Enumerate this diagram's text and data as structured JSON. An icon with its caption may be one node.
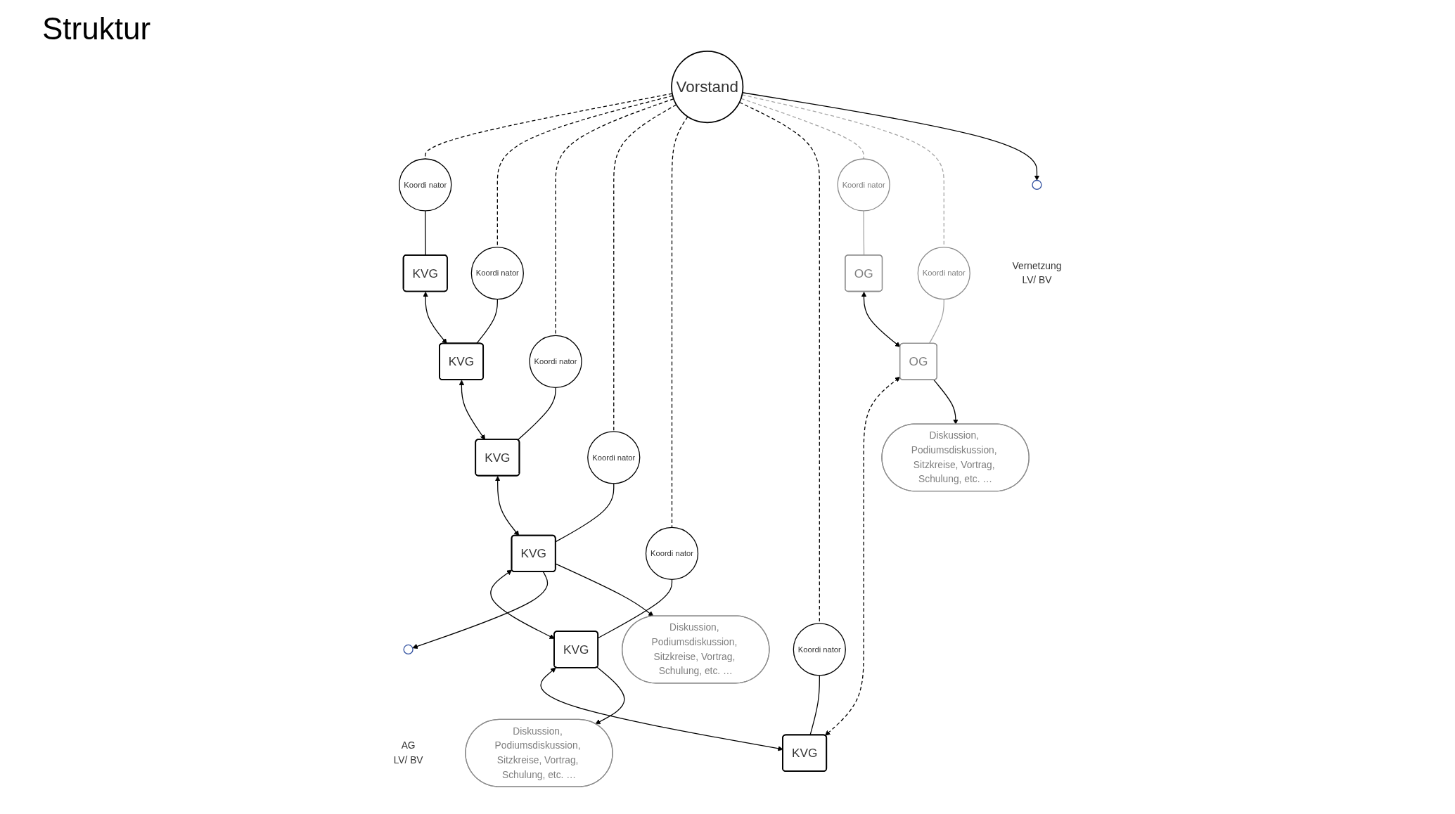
{
  "diagram": {
    "title": "Struktur",
    "nodes": [
      {
        "text": [
          "Vorstand"
        ]
      },
      {
        "text": [
          "KVG"
        ]
      },
      {
        "text": [
          "Koordi nator"
        ]
      },
      {
        "text": [
          "KVG"
        ]
      },
      {
        "text": [
          "Koordi nator"
        ]
      },
      {
        "text": [
          "KVG"
        ]
      },
      {
        "text": [
          "Koordi nator"
        ]
      },
      {
        "text": [
          "KVG"
        ]
      },
      {
        "text": [
          "Koordi nator"
        ]
      },
      {
        "text": [
          "KVG"
        ]
      },
      {
        "text": [
          "Koordi nator"
        ]
      },
      {
        "text": [
          "KVG"
        ]
      },
      {
        "text": [
          "Koordi nator"
        ]
      },
      {
        "text": [
          "OG"
        ]
      },
      {
        "text": [
          "Koordi nator"
        ]
      },
      {
        "text": [
          "OG"
        ]
      },
      {
        "text": [
          "Koordi nator"
        ]
      },
      {
        "text": [
          "Diskussion, Podiumsdiskussion, Sitzkreise, Vortrag, Schulung, etc. …"
        ]
      },
      {
        "text": [
          "Diskussion, Podiumsdiskussion, Sitzkreise, Vortrag, Schulung, etc. …"
        ]
      },
      {
        "text": [
          "Diskussion, Podiumsdiskussion, Sitzkreise, Vortrag, Schulung, etc. …"
        ]
      },
      {
        "text": [],
        "shape": "circle",
        "beside": [
          "Vernetzung",
          "LV/ BV"
        ]
      },
      {
        "text": [],
        "shape": "circle",
        "beside": [
          "AG",
          "LV/ BV"
        ]
      }
    ],
    "edges": [
      {
        "from": 0,
        "to": 2,
        "arrow": "none",
        "style": "dashed"
      },
      {
        "from": 2,
        "to": 1,
        "arrow": "none"
      },
      {
        "from": 0,
        "to": 4,
        "arrow": "none",
        "style": "dashed"
      },
      {
        "from": 4,
        "to": 3,
        "arrow": "none"
      },
      {
        "from": 0,
        "to": 6,
        "arrow": "none",
        "style": "dashed"
      },
      {
        "from": 6,
        "to": 5,
        "arrow": "none"
      },
      {
        "from": 0,
        "to": 8,
        "arrow": "none",
        "style": "dashed"
      },
      {
        "from": 8,
        "to": 7,
        "arrow": "none"
      },
      {
        "from": 0,
        "to": 10,
        "arrow": "none",
        "style": "dashed"
      },
      {
        "from": 10,
        "to": 9,
        "arrow": "none"
      },
      {
        "from": 0,
        "to": 12,
        "arrow": "none",
        "style": "dashed"
      },
      {
        "from": 12,
        "to": 11,
        "arrow": "none"
      },
      {
        "from": 0,
        "to": 14,
        "arrow": "none",
        "style": "dashed",
        "color": "#a6a6a6"
      },
      {
        "from": 14,
        "to": 13,
        "arrow": "none",
        "color": "#a6a6a6"
      },
      {
        "from": 0,
        "to": 16,
        "arrow": "none",
        "style": "dashed",
        "color": "#a6a6a6"
      },
      {
        "from": 16,
        "to": 15,
        "arrow": "none",
        "color": "#a6a6a6"
      },
      {
        "from": 1,
        "to": 3,
        "arrow": "both"
      },
      {
        "from": 3,
        "to": 5,
        "arrow": "both"
      },
      {
        "from": 5,
        "to": 7,
        "arrow": "both"
      },
      {
        "from": 7,
        "to": 9,
        "arrow": "both"
      },
      {
        "from": 9,
        "to": 11,
        "arrow": "both"
      },
      {
        "from": 13,
        "to": 15,
        "arrow": "both"
      },
      {
        "from": 15,
        "to": 11,
        "arrow": "both",
        "style": "dashed"
      },
      {
        "from": 0,
        "to": 20,
        "arrow": "to"
      },
      {
        "from": 7,
        "to": 21,
        "arrow": "to"
      },
      {
        "from": 7,
        "to": 17,
        "arrow": "to"
      },
      {
        "from": 9,
        "to": 18,
        "arrow": "to"
      },
      {
        "from": 15,
        "to": 19,
        "arrow": "to"
      }
    ]
  }
}
